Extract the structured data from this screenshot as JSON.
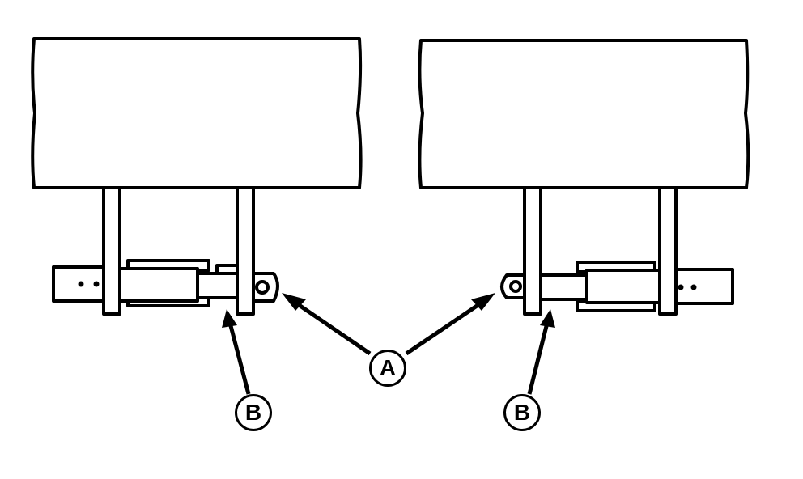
{
  "diagram": {
    "type": "technical-illustration",
    "description": "Two mirrored assemblies: box mounted on two posts with telescoping cylinder/pin",
    "stroke_color": "#000000",
    "background": "#ffffff",
    "callouts": [
      {
        "id": "A",
        "label": "A",
        "points_to": [
          "left pin head",
          "right pin head"
        ]
      },
      {
        "id": "B-left",
        "label": "B",
        "points_to": [
          "left cylinder underside collar"
        ]
      },
      {
        "id": "B-right",
        "label": "B",
        "points_to": [
          "right cylinder underside collar"
        ]
      }
    ]
  }
}
